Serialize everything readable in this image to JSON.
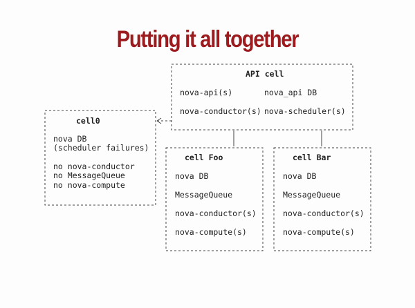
{
  "title": "Putting it all together",
  "colors": {
    "title": "#9b1b1e",
    "border": "#444444",
    "text": "#222222"
  },
  "boxes": {
    "api_cell": {
      "heading": "API cell",
      "col1": [
        "nova-api(s)",
        "nova-conductor(s)"
      ],
      "col2": [
        "nova_api DB",
        "nova-scheduler(s)"
      ]
    },
    "cell0": {
      "heading": "cell0",
      "lines": [
        "nova DB",
        "(scheduler failures)",
        "no nova-conductor",
        "no MessageQueue",
        "no nova-compute"
      ]
    },
    "cell_foo": {
      "heading": "cell Foo",
      "lines": [
        "nova DB",
        "MessageQueue",
        "nova-conductor(s)",
        "nova-compute(s)"
      ]
    },
    "cell_bar": {
      "heading": "cell Bar",
      "lines": [
        "nova DB",
        "MessageQueue",
        "nova-conductor(s)",
        "nova-compute(s)"
      ]
    }
  }
}
